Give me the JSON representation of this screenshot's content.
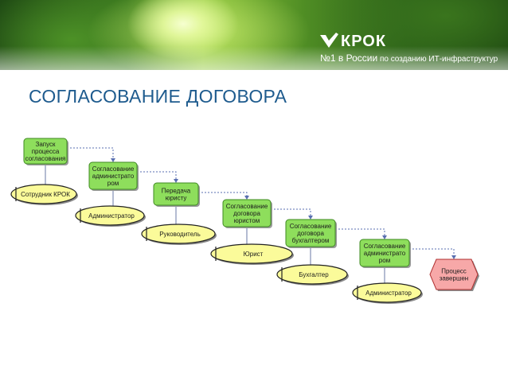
{
  "header": {
    "logo_name": "КРОК",
    "tagline_prefix": "№1 в России",
    "tagline_suffix": "по созданию ИТ-инфраструктур",
    "logo_icon": "krok-check-icon"
  },
  "title": "СОГЛАСОВАНИЕ ДОГОВОРА",
  "colors": {
    "title": "#1e5b8e",
    "function_fill": "#8ede5c",
    "role_fill": "#fbfb9a",
    "end_event_fill": "#f7a8a8",
    "connector": "#5a6fb0"
  },
  "process": {
    "functions": [
      [
        "Запуск",
        "процесса",
        "согласования"
      ],
      [
        "Согласование",
        "администрато",
        "ром"
      ],
      [
        "Передача",
        "юристу"
      ],
      [
        "Согласование",
        "договора",
        "юристом"
      ],
      [
        "Согласование",
        "договора",
        "бухгалтером"
      ],
      [
        "Согласование",
        "администрато",
        "ром"
      ]
    ],
    "roles": [
      "Сотрудник КРОК",
      "Администратор",
      "Руководитель",
      "Юрист",
      "Бухгалтер",
      "Администратор"
    ],
    "end_event": [
      "Процесс",
      "завершен"
    ]
  }
}
